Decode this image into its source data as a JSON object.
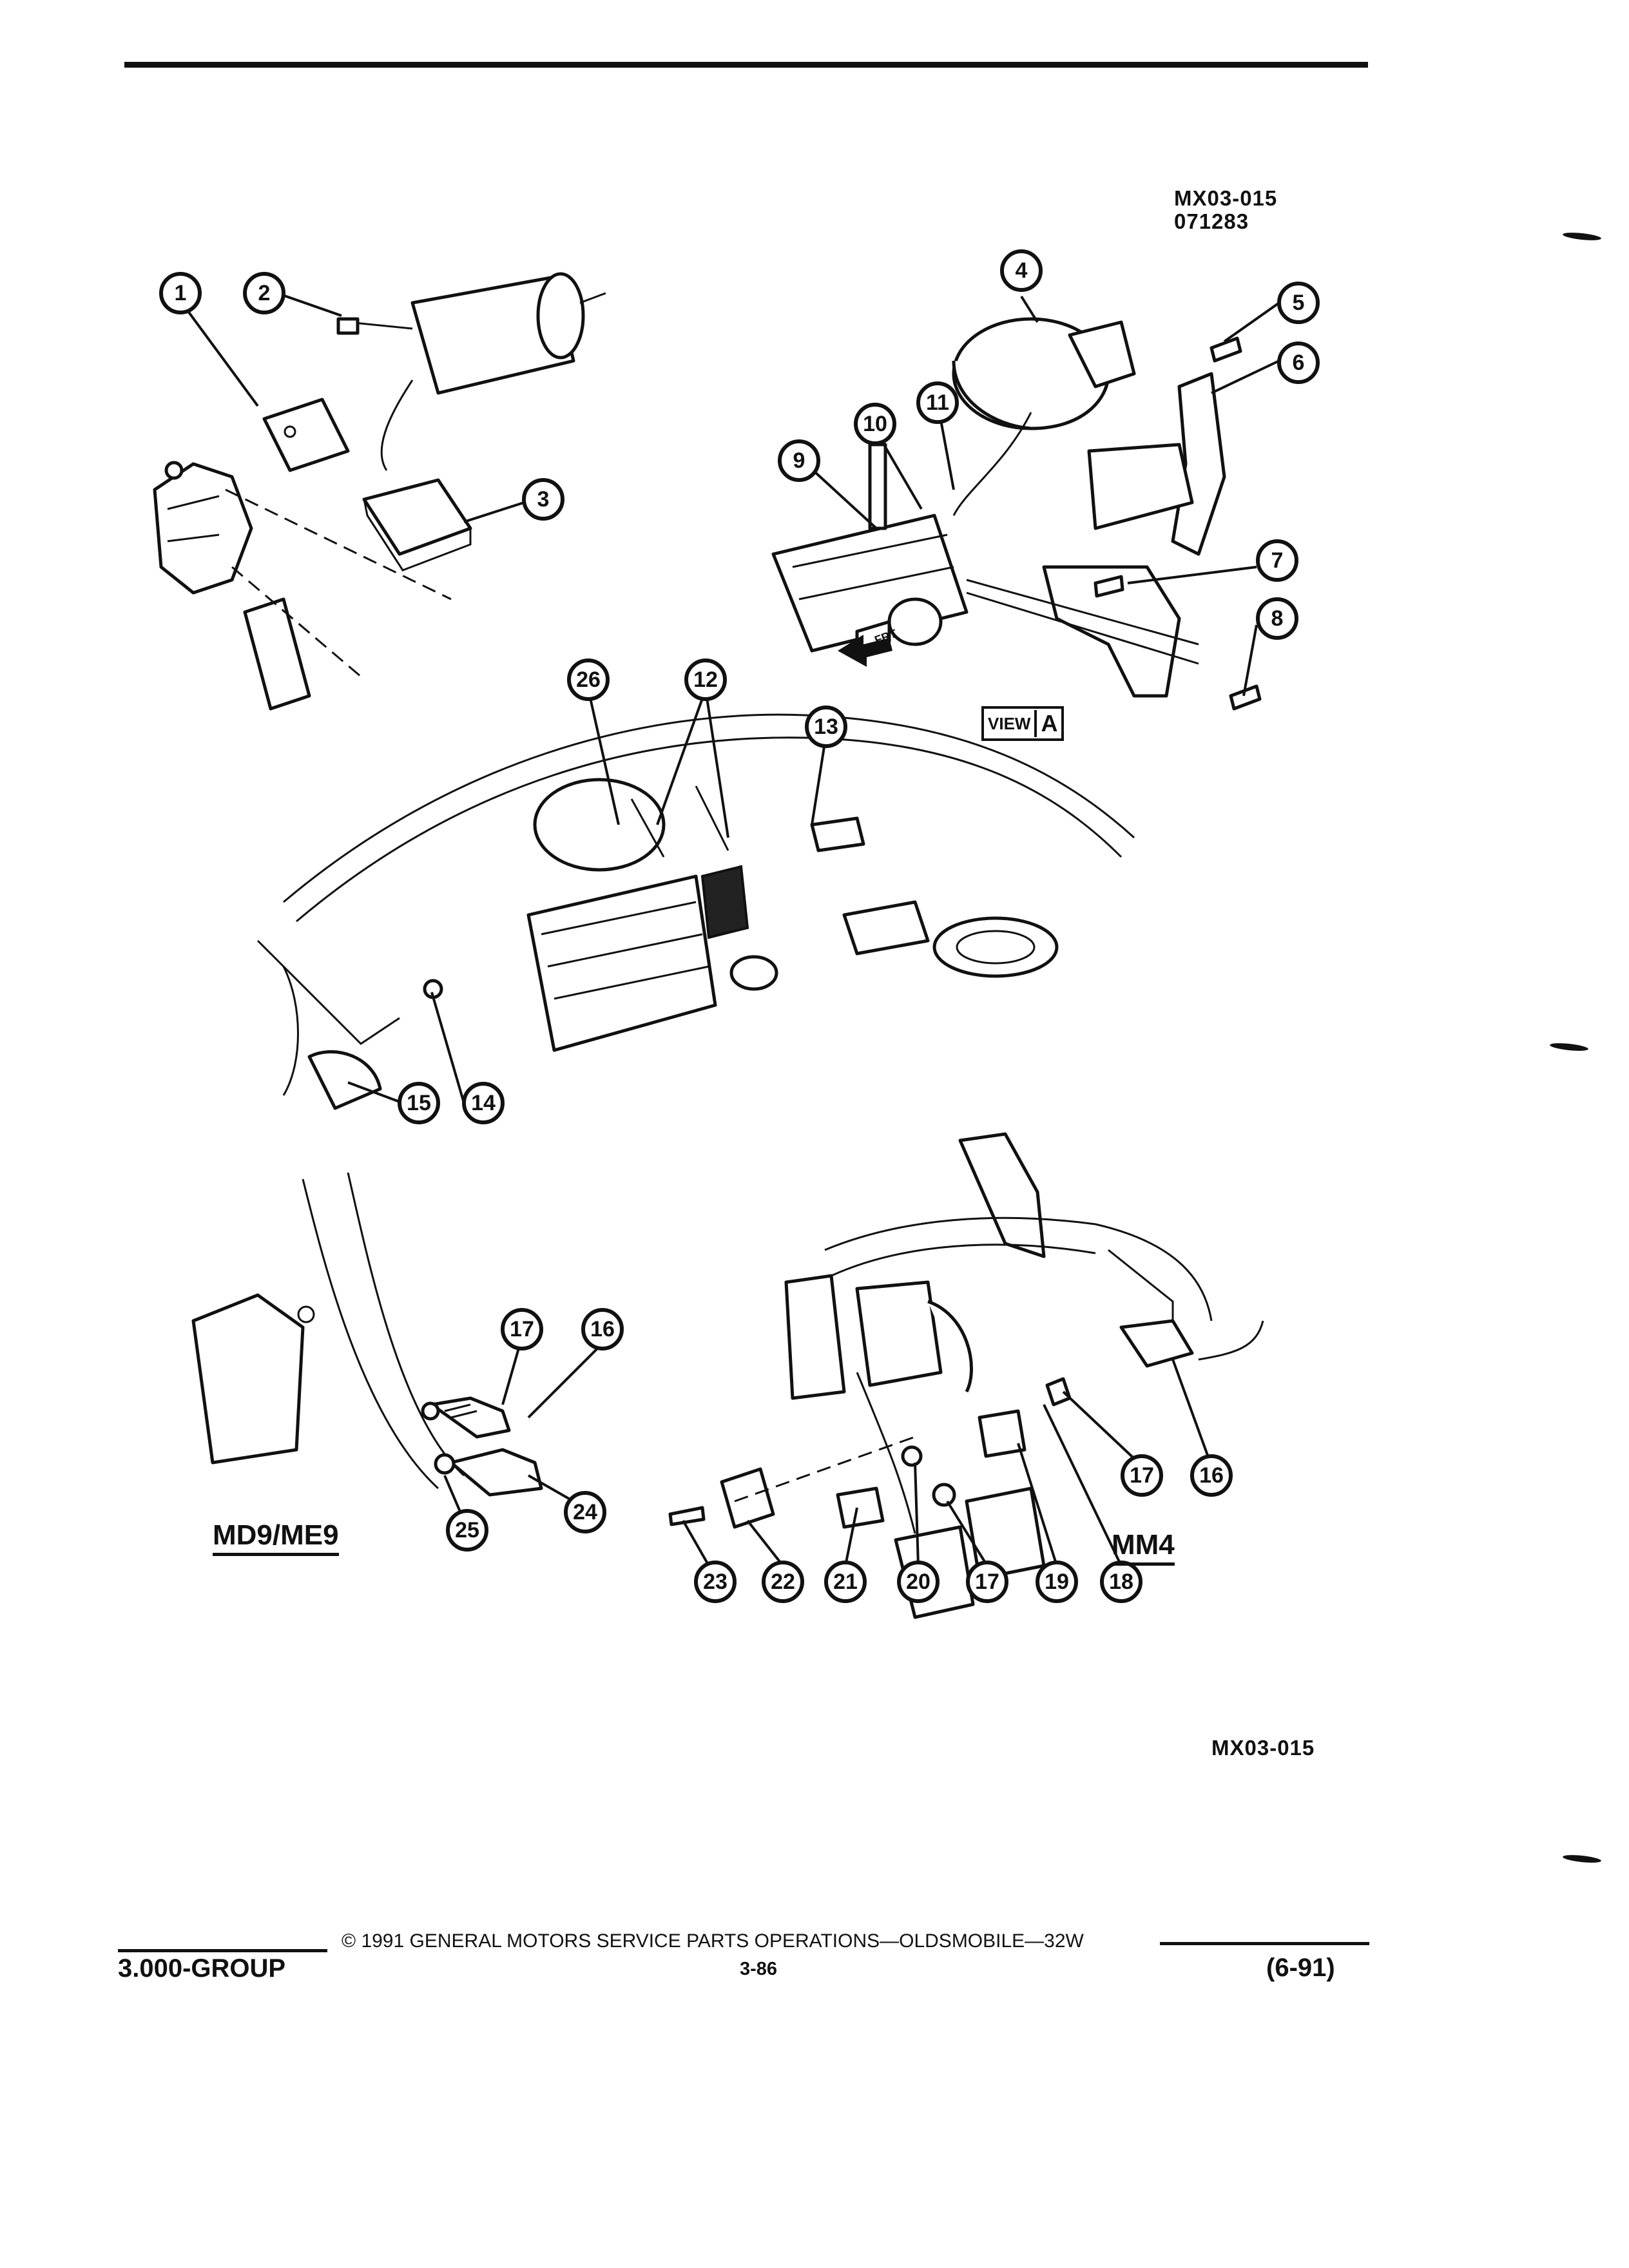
{
  "header": {
    "figure_ref": "MX03-015",
    "figure_date": "071283"
  },
  "callouts": [
    "1",
    "2",
    "3",
    "4",
    "5",
    "6",
    "7",
    "8",
    "9",
    "10",
    "11",
    "12",
    "13",
    "14",
    "15",
    "16",
    "17",
    "18",
    "19",
    "20",
    "21",
    "22",
    "23",
    "24",
    "25",
    "26"
  ],
  "view_label": {
    "word": "VIEW",
    "letter": "A"
  },
  "frt_label": "FRT",
  "variants": {
    "left": "MD9/ME9",
    "right": "MM4"
  },
  "bottom_ref": "MX03-015",
  "footer": {
    "group": "3.000-GROUP",
    "copyright": "© 1991 GENERAL MOTORS SERVICE PARTS OPERATIONS—OLDSMOBILE—32W",
    "page": "3-86",
    "date": "(6-91)"
  }
}
